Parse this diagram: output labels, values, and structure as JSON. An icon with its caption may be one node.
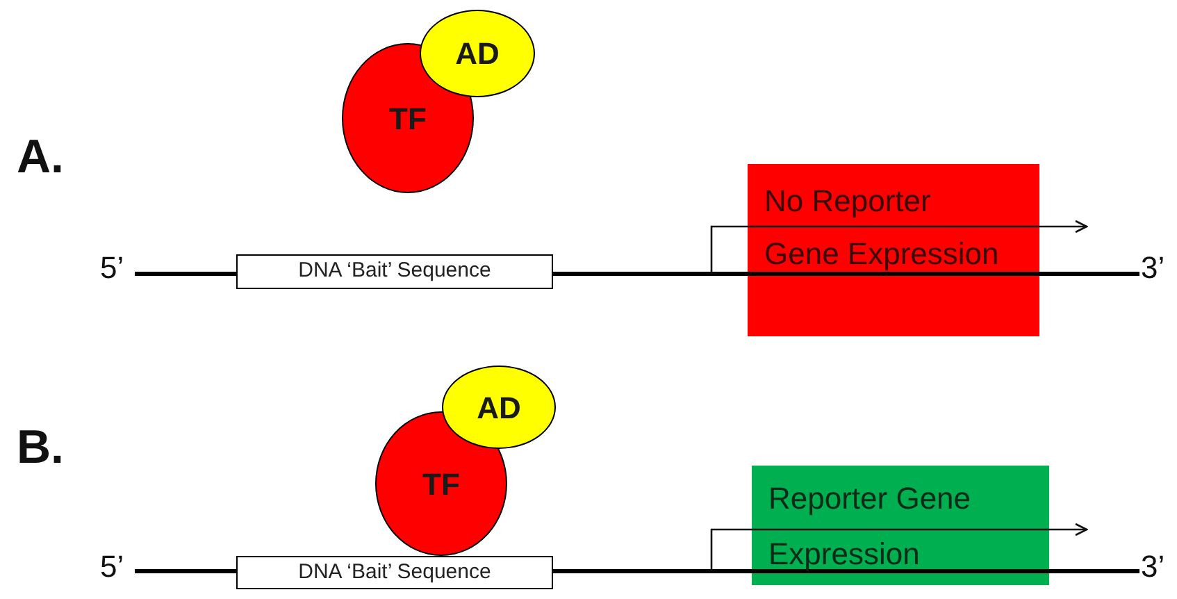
{
  "diagram": {
    "nodes": [
      {
        "text": [
          "TF"
        ]
      },
      {
        "text": [
          "AD"
        ]
      },
      {
        "text": [
          "DNA ‘Bait’ Sequence"
        ]
      },
      {
        "text": [
          "No Reporter Gene Expression"
        ]
      },
      {
        "text": [
          "TF"
        ]
      },
      {
        "text": [
          "AD"
        ]
      },
      {
        "text": [
          "DNA ‘Bait’ Sequence"
        ]
      },
      {
        "text": [
          "Reporter Gene Expression"
        ]
      }
    ],
    "labels": [
      "A.",
      "5’",
      "3’",
      "B.",
      "5’",
      "3’"
    ]
  }
}
